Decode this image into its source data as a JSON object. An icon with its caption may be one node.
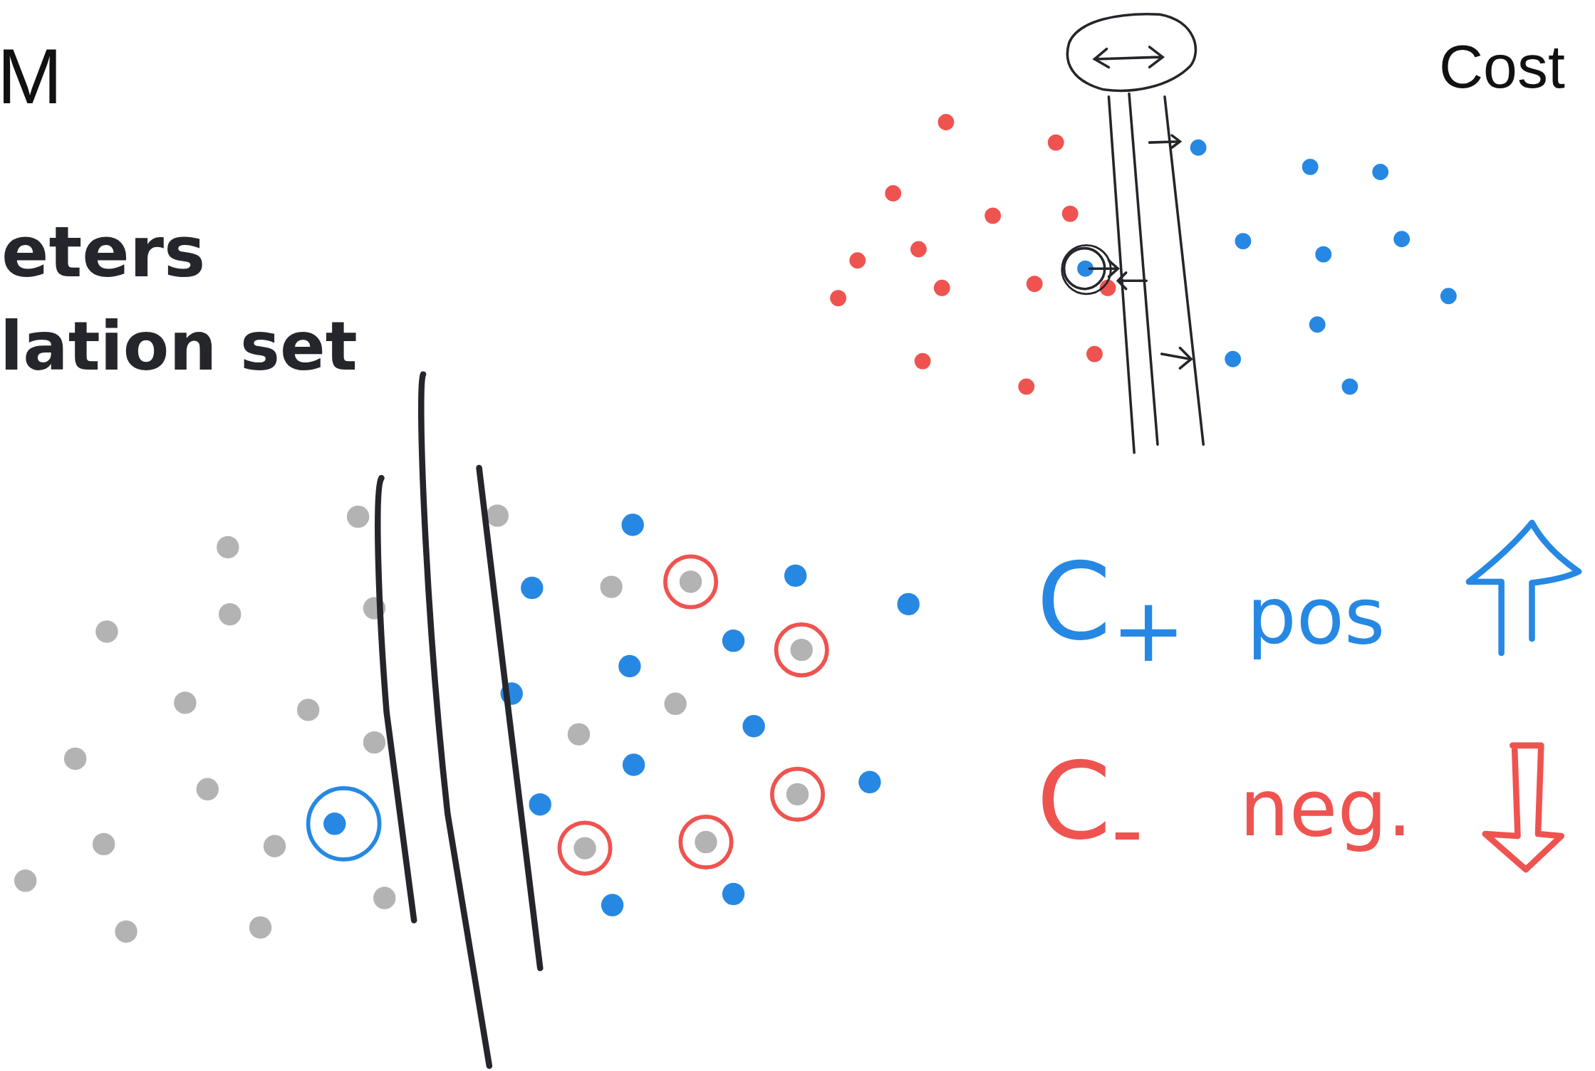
{
  "diagram": {
    "labels": [
      "M",
      "eters",
      "lation set",
      "Cost",
      "C$_{+}$",
      "pos",
      "C$_{-}$",
      "neg."
    ]
  }
}
